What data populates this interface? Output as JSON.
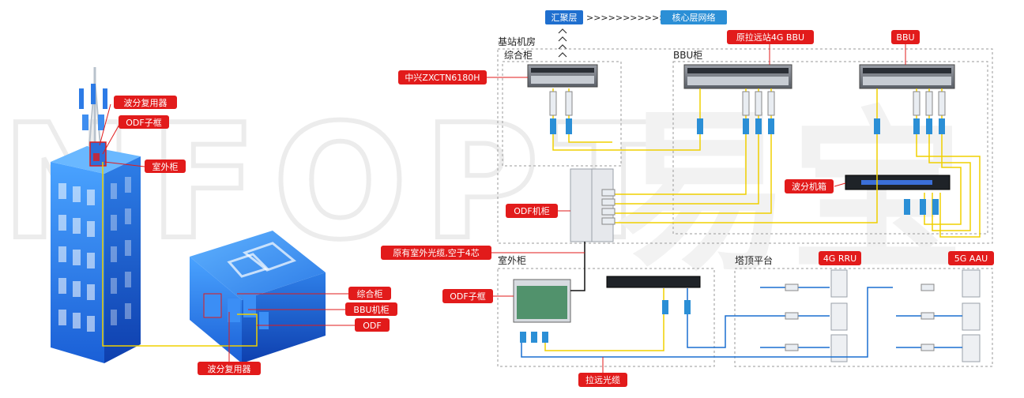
{
  "watermark": {
    "text": "NFOPT"
  },
  "left_scene": {
    "labels": {
      "wdm_top": "波分复用器",
      "odf_subframe": "ODF子框",
      "outdoor_cabinet": "室外柜",
      "integrated_cabinet": "综合柜",
      "bbu_cabinet": "BBU机柜",
      "odf": "ODF",
      "wdm_bottom": "波分复用器"
    }
  },
  "right_scene": {
    "top_flow": {
      "aggregation": "汇聚层",
      "arrows": ">>>>>>>>>>>>",
      "core": "核心层网络"
    },
    "room": {
      "title": "基站机房",
      "integrated_cabinet": "综合柜",
      "bbu_cabinet": "BBU柜"
    },
    "callouts": {
      "zte": "中兴ZXCTN6180H",
      "original_bbu": "原拉远站4G BBU",
      "bbu": "BBU",
      "wdm_box": "波分机箱",
      "odf_cabinet": "ODF机柜",
      "existing_cable": "原有室外光缆,空于4芯",
      "odf_subframe": "ODF子框",
      "rru": "4G RRU",
      "aau": "5G AAU",
      "remote_cable": "拉远光缆"
    },
    "outdoor_title": "室外柜",
    "tower_title": "塔顶平台"
  },
  "colors": {
    "callout_red": "#e21b1b",
    "aggregation_blue": "#1f6fcf",
    "core_blue": "#2b8fd6",
    "fiber_yellow": "#f0d000",
    "fiber_blue": "#1a6fd0",
    "building_blue": "#2d7be6",
    "dashed_gray": "#9a9a9a"
  }
}
